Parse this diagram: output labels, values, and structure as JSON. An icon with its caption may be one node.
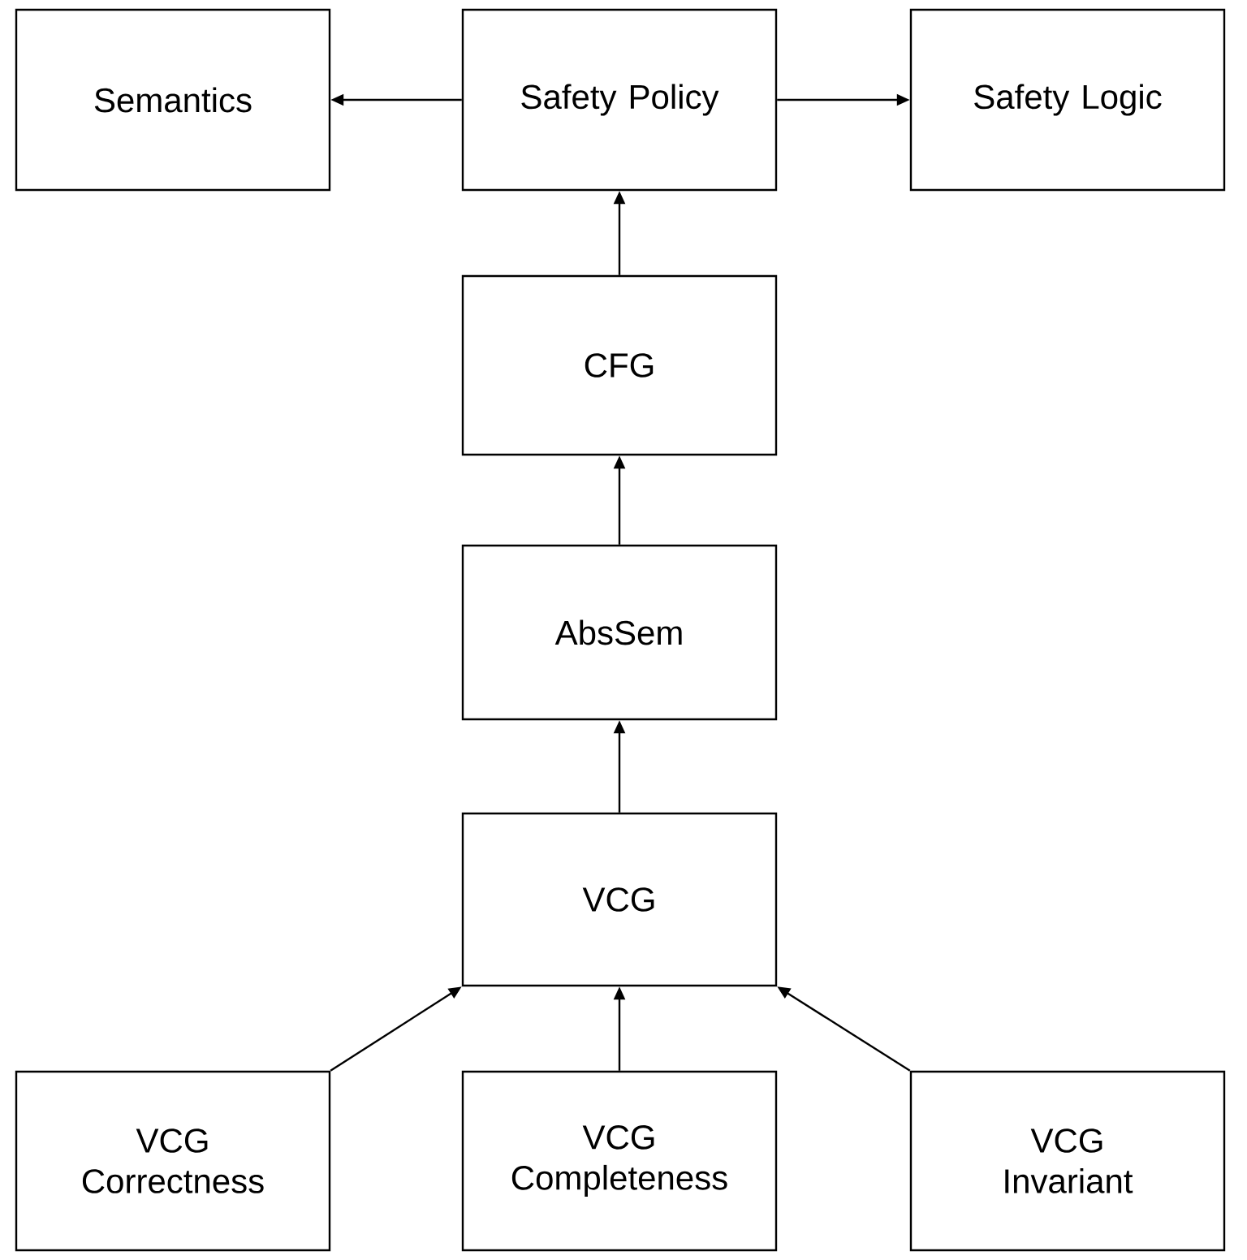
{
  "diagram": {
    "nodes": [
      {
        "text": [
          "Semantics"
        ]
      },
      {
        "text": [
          "Safety Policy"
        ]
      },
      {
        "text": [
          "Safety Logic"
        ]
      },
      {
        "text": [
          "CFG"
        ]
      },
      {
        "text": [
          "AbsSem"
        ]
      },
      {
        "text": [
          "VCG"
        ]
      },
      {
        "text": [
          "VCG Correctness"
        ]
      },
      {
        "text": [
          "VCG Completeness"
        ]
      },
      {
        "text": [
          "VCG Invariant"
        ]
      }
    ],
    "edges": [
      {
        "from": 1,
        "to": 0,
        "arrow": "to"
      },
      {
        "from": 1,
        "to": 2,
        "arrow": "to"
      },
      {
        "from": 3,
        "to": 1,
        "arrow": "to"
      },
      {
        "from": 4,
        "to": 3,
        "arrow": "to"
      },
      {
        "from": 5,
        "to": 4,
        "arrow": "to"
      },
      {
        "from": 6,
        "to": 5,
        "arrow": "to"
      },
      {
        "from": 7,
        "to": 5,
        "arrow": "to"
      },
      {
        "from": 8,
        "to": 5,
        "arrow": "to"
      }
    ]
  }
}
